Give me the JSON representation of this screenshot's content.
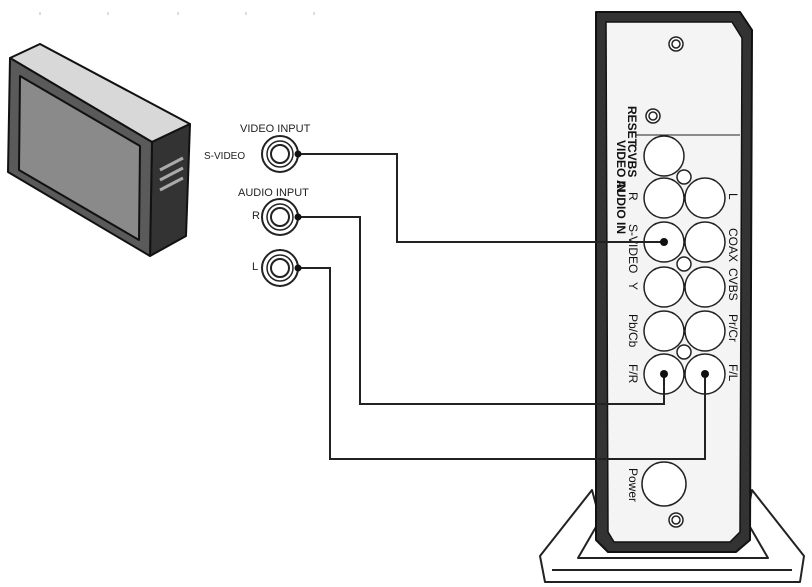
{
  "tv_inputs": {
    "video_heading": "VIDEO INPUT",
    "svideo_label": "S-VIDEO",
    "audio_heading": "AUDIO INPUT",
    "r_label": "R",
    "l_label": "L"
  },
  "device_panel": {
    "reset": "RESET",
    "video_in": "VIDEO IN",
    "audio_in": "AUDIO IN",
    "cvbs_in": "CVBS",
    "r": "R",
    "l": "L",
    "svideo": "S-VIDEO",
    "coax": "COAX",
    "y": "Y",
    "cvbs_out": "CVBS",
    "pb_cb": "Pb/Cb",
    "pr_cr": "Pr/Cr",
    "f_r": "F/R",
    "f_l": "F/L",
    "power": "Power"
  },
  "colors": {
    "line": "#222222",
    "panel": "#f4f4f4",
    "tv_screen": "#8a8a8a"
  }
}
